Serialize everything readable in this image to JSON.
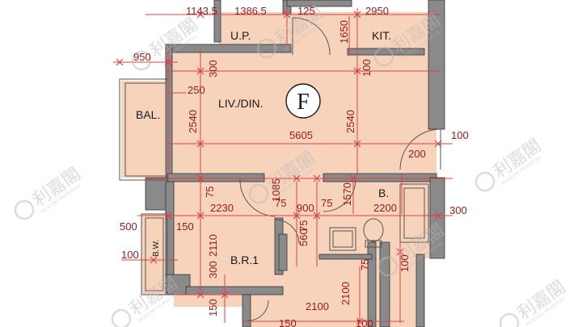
{
  "plan": {
    "unit_label": "F",
    "rooms": {
      "up": "U.P.",
      "kitchen": "KIT.",
      "living": "LIV./DIN.",
      "balcony": "BAL.",
      "bathroom": "B.",
      "bedroom": "B.R.1",
      "bay_window": "B.W."
    },
    "dimensions": {
      "d1143": "1143.5",
      "d1386": "1386.5",
      "d125": "125",
      "d2950": "2950",
      "d950": "950",
      "d300_top": "300",
      "d1650": "1650",
      "d100_top": "100",
      "d250": "250",
      "d2540_left": "2540",
      "d2540_right": "2540",
      "d5605": "5605",
      "d100_right": "100",
      "d200": "200",
      "d1085": "1085",
      "d75_a": "75",
      "d75_b": "75",
      "d75_c": "75",
      "d1570": "1570",
      "d2230": "2230",
      "d900": "900",
      "d2200": "2200",
      "d300_right": "300",
      "d500": "500",
      "d150_left": "150",
      "d560": "560",
      "d75_d": "75",
      "d2110": "2110",
      "d100_left": "100",
      "d300_bed": "300",
      "d75_e": "75",
      "d100_bath": "100",
      "d2100_v": "2100",
      "d2100_h": "2100",
      "d150_bottom": "150",
      "d150_b2": "150",
      "d100_bottom": "100"
    },
    "watermark": {
      "brand": "利嘉閣",
      "tagline": "RICACORP PROPERTIES"
    },
    "colors": {
      "floor": "#f7d3bc",
      "wall": "#8a8a8a",
      "dimension": "#e04040"
    }
  }
}
